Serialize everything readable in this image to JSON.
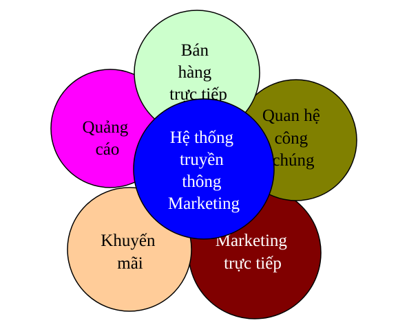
{
  "diagram": {
    "center": {
      "lines": [
        "Hệ thống",
        "truyền",
        "thông",
        "Marketing"
      ],
      "fill": "#0000ff",
      "text_color": "#ffffff"
    },
    "nodes": [
      {
        "id": "ban-hang-truc-tiep",
        "lines": [
          "Bán",
          "hàng",
          "trực tiếp"
        ],
        "fill": "#ccffcc",
        "text_color": "#000000"
      },
      {
        "id": "quan-he-cong-chung",
        "lines": [
          "Quan hệ",
          "công",
          "chúng"
        ],
        "fill": "#808000",
        "text_color": "#000000"
      },
      {
        "id": "marketing-truc-tiep",
        "lines": [
          "Marketing",
          "trực tiếp"
        ],
        "fill": "#800000",
        "text_color": "#ffffff"
      },
      {
        "id": "khuyen-mai",
        "lines": [
          "Khuyến",
          "mãi"
        ],
        "fill": "#ffcc99",
        "text_color": "#000000"
      },
      {
        "id": "quang-cao",
        "lines": [
          "Quảng",
          "cáo"
        ],
        "fill": "#ff00ff",
        "text_color": "#000000"
      }
    ]
  }
}
